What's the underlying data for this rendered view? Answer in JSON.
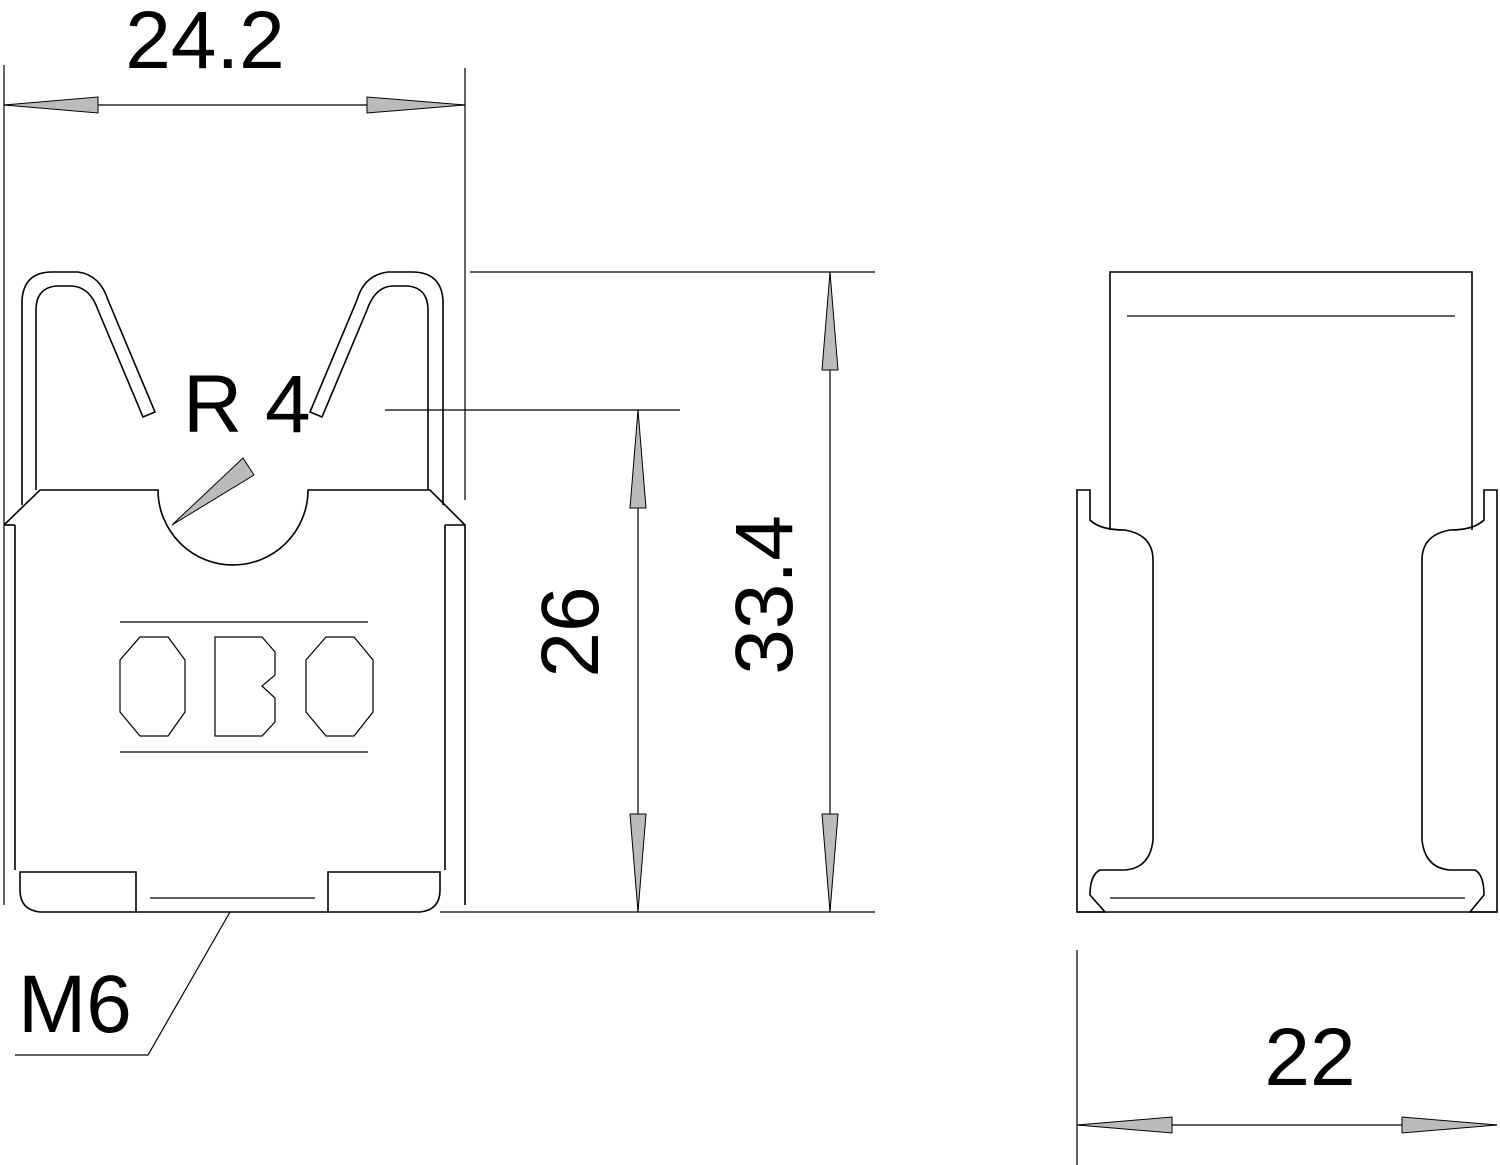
{
  "drawing": {
    "front_view": {
      "width_dim": "24.2",
      "radius_label": "R 4",
      "height_inner_dim": "26",
      "height_outer_dim": "33.4",
      "thread_label": "M6",
      "logo": "OBO"
    },
    "side_view": {
      "width_dim": "22"
    },
    "line_color": "#000000",
    "background": "#ffffff"
  }
}
